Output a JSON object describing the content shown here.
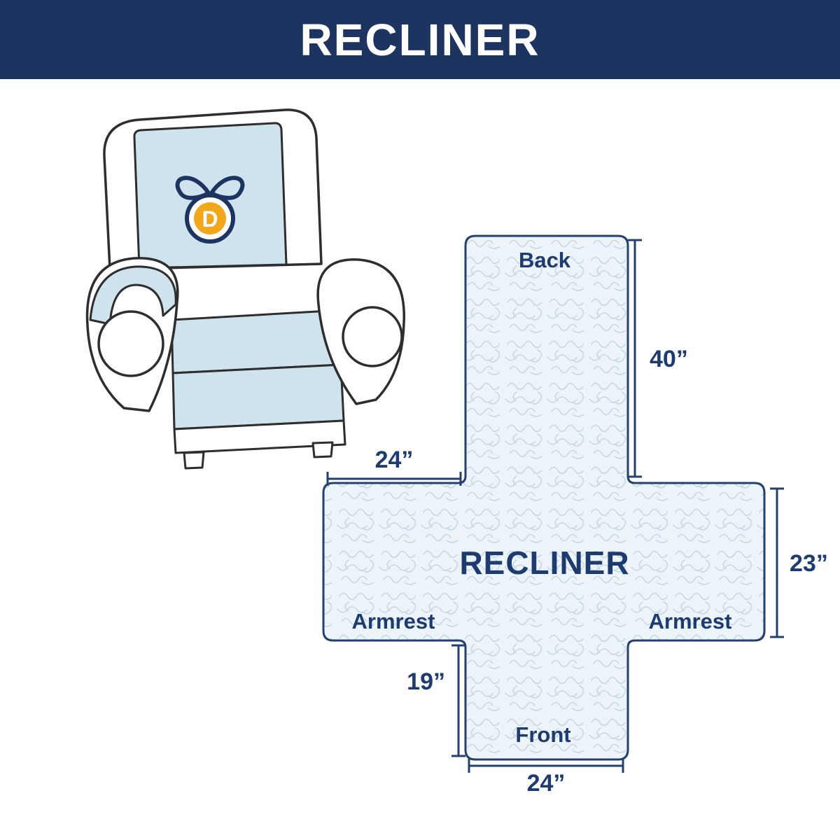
{
  "header": {
    "title": "RECLINER",
    "bg_color": "#1d3461",
    "text_color": "#ffffff"
  },
  "chair": {
    "logo_letter": "D",
    "colors": {
      "cover_blue": "#cfe3ef",
      "outline": "#2e2e2e",
      "logo_orange": "#f2a71b",
      "logo_navy": "#1d3461"
    }
  },
  "diagram": {
    "center_label": "RECLINER",
    "labels": {
      "back": "Back",
      "front": "Front",
      "armrest_left": "Armrest",
      "armrest_right": "Armrest"
    },
    "dimensions": {
      "back_length": "40”",
      "top_width": "24”",
      "seat_depth": "23”",
      "front_drop": "19”",
      "front_width": "24”"
    },
    "colors": {
      "outline_navy": "#23406f",
      "fill_light_blue": "#edf4f9",
      "pattern_line": "#c7d7e3",
      "text_navy": "#1d3b6e"
    }
  }
}
